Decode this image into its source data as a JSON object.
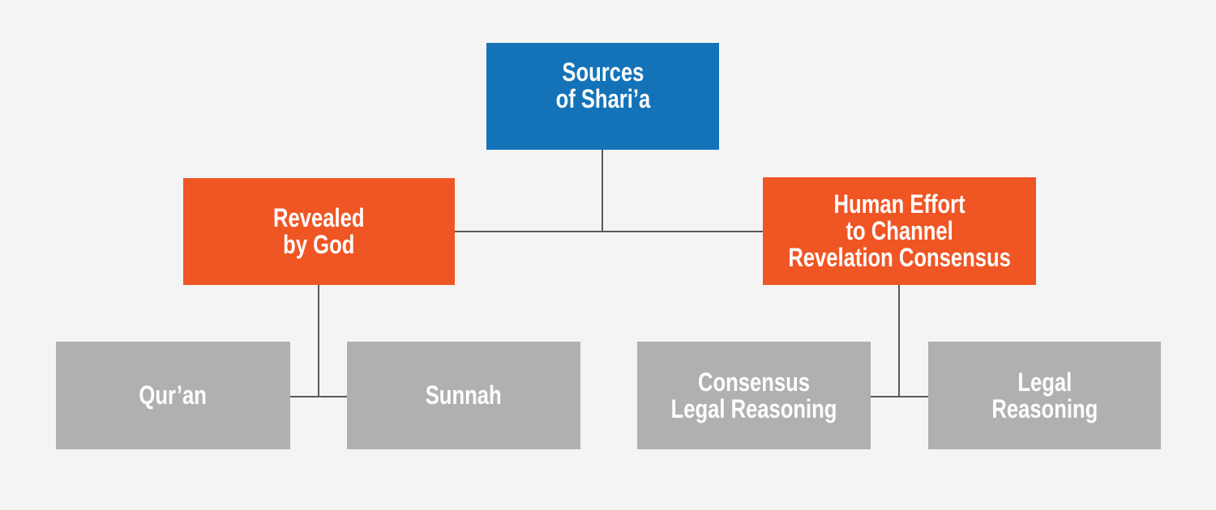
{
  "diagram": {
    "type": "org-chart",
    "background_color": "#f4f4f4",
    "connector_color": "#58595b",
    "text_color": "#ffffff",
    "nodes": {
      "sources": {
        "lines": [
          "Sources",
          "of Shari’a"
        ],
        "text": "Sources of Shari’a",
        "color": "#1473b8",
        "level": 1
      },
      "revealed": {
        "lines": [
          "Revealed",
          "by God"
        ],
        "text": "Revealed by God",
        "color": "#f05524",
        "level": 2
      },
      "human_effort": {
        "lines": [
          "Human Effort",
          "to Channel",
          "Revelation Consensus"
        ],
        "text": "Human Effort to Channel Revelation Consensus",
        "color": "#f05524",
        "level": 2
      },
      "quran": {
        "lines": [
          "Qur’an"
        ],
        "text": "Qur’an",
        "color": "#b2b0ae",
        "level": 3
      },
      "sunnah": {
        "lines": [
          "Sunnah"
        ],
        "text": "Sunnah",
        "color": "#b2b0ae",
        "level": 3
      },
      "consensus_legal_reasoning": {
        "lines": [
          "Consensus",
          "Legal Reasoning"
        ],
        "text": "Consensus Legal Reasoning",
        "color": "#b2b0ae",
        "level": 3
      },
      "legal_reasoning": {
        "lines": [
          "Legal",
          "Reasoning"
        ],
        "text": "Legal Reasoning",
        "color": "#b2b0ae",
        "level": 3
      }
    },
    "edges": [
      {
        "from": "sources",
        "to": "revealed"
      },
      {
        "from": "sources",
        "to": "human_effort"
      },
      {
        "from": "revealed",
        "to": "quran"
      },
      {
        "from": "revealed",
        "to": "sunnah"
      },
      {
        "from": "human_effort",
        "to": "consensus_legal_reasoning"
      },
      {
        "from": "human_effort",
        "to": "legal_reasoning"
      }
    ]
  }
}
